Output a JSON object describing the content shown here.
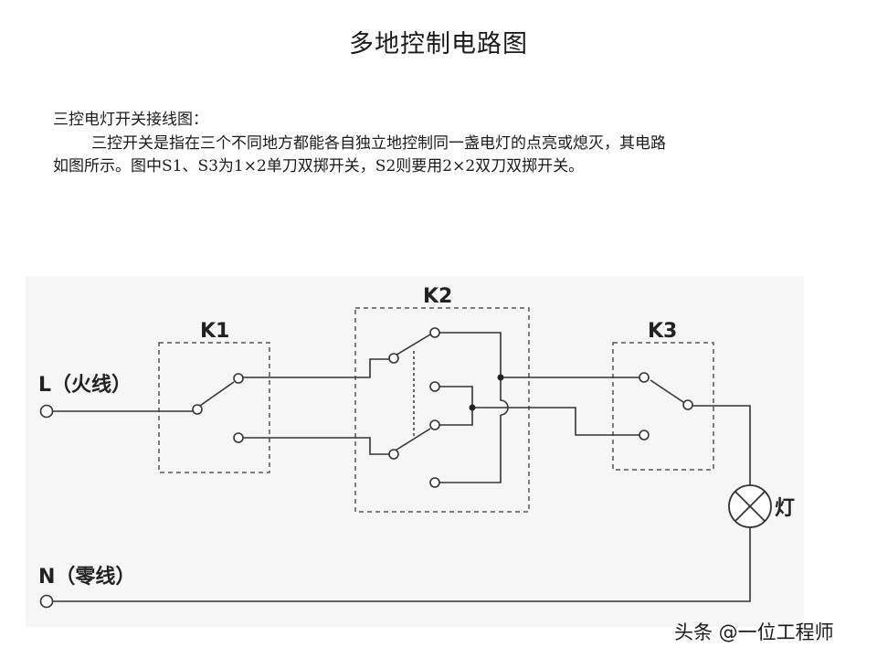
{
  "title": "多地控制电路图",
  "paragraph": {
    "heading": "三控电灯开关接线图：",
    "line1": "三控开关是指在三个不同地方都能各自独立地控制同一盏电灯的点亮或熄灭，其电路",
    "line2": "如图所示。图中S1、S3为1×2单刀双掷开关，S2则要用2×2双刀双掷开关。"
  },
  "diagram": {
    "labels": {
      "live": "L（火线）",
      "neutral": "N（零线）",
      "k1": "K1",
      "k2": "K2",
      "k3": "K3",
      "lamp": "灯"
    }
  },
  "watermark": "头条 @一位工程师"
}
